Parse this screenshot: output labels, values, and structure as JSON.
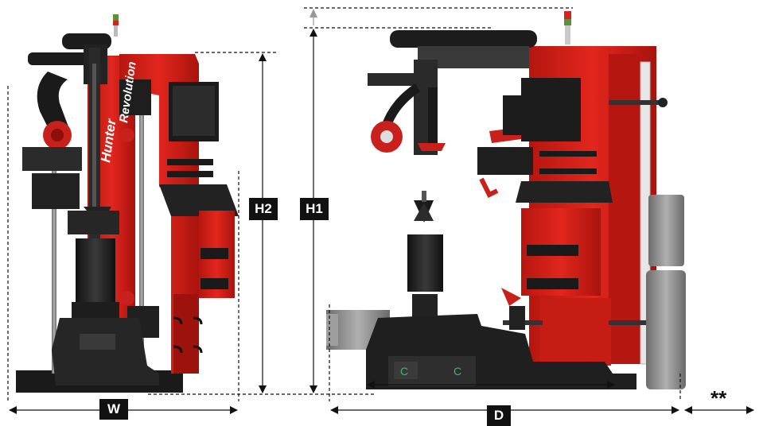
{
  "dimensions": {
    "width_label": "W",
    "depth_label": "D",
    "height1_label": "H1",
    "height2_label": "H2",
    "extra_label": "**"
  },
  "branding": {
    "column_text": "Hunter",
    "model_text": "Revolution"
  },
  "colors": {
    "machine_red": "#d8231c",
    "dark_red": "#9e120e",
    "black": "#1c1c1c",
    "grey": "#8f8f8f"
  }
}
